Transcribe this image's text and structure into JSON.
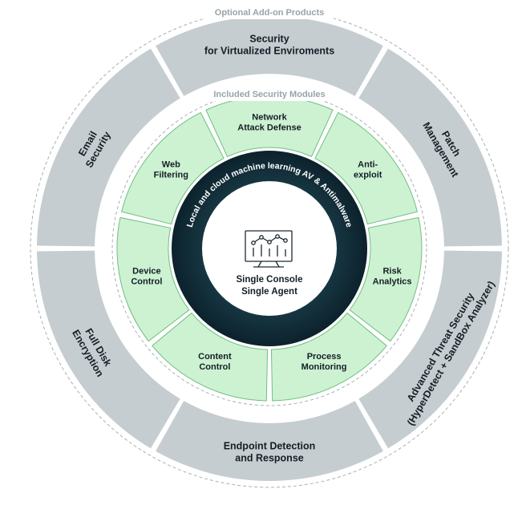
{
  "optional_caption": "Optional Add-on Products",
  "included_caption": "Included Security Modules",
  "band_text": "Local and cloud machine learning AV & Antimalware",
  "center": {
    "line1": "Single Console",
    "line2": "Single Agent",
    "icon": "analytics-monitor-icon"
  },
  "outer_segments": [
    {
      "key": "security-virtualized",
      "lines": [
        "Security",
        "for Virtualized Enviroments"
      ]
    },
    {
      "key": "patch-management",
      "lines": [
        "Patch",
        "Management"
      ]
    },
    {
      "key": "advanced-threat-security",
      "lines": [
        "Advanced Threat Security",
        "(HyperDetect + SandBox Analyzer)"
      ]
    },
    {
      "key": "endpoint-detection-response",
      "lines": [
        "Endpoint Detection",
        "and Response"
      ]
    },
    {
      "key": "full-disk-encryption",
      "lines": [
        "Full Disk",
        "Encryption"
      ]
    },
    {
      "key": "email-security",
      "lines": [
        "Email",
        "Security"
      ]
    }
  ],
  "inner_segments": [
    {
      "key": "network-attack-defense",
      "lines": [
        "Network",
        "Attack Defense"
      ]
    },
    {
      "key": "anti-exploit",
      "lines": [
        "Anti-",
        "exploit"
      ]
    },
    {
      "key": "risk-analytics",
      "lines": [
        "Risk",
        "Analytics"
      ]
    },
    {
      "key": "process-monitoring",
      "lines": [
        "Process",
        "Monitoring"
      ]
    },
    {
      "key": "content-control",
      "lines": [
        "Content",
        "Control"
      ]
    },
    {
      "key": "device-control",
      "lines": [
        "Device",
        "Control"
      ]
    },
    {
      "key": "web-filtering",
      "lines": [
        "Web",
        "Filtering"
      ]
    }
  ],
  "colors": {
    "outer_fill": "#c5cdd0",
    "inner_fill": "#cdf2d2",
    "inner_stroke": "#6fbf7e",
    "band_dark": "#0e2530",
    "band_mid": "#1a3b48",
    "dashed": "#a8b0b4",
    "text": "#141e26"
  }
}
